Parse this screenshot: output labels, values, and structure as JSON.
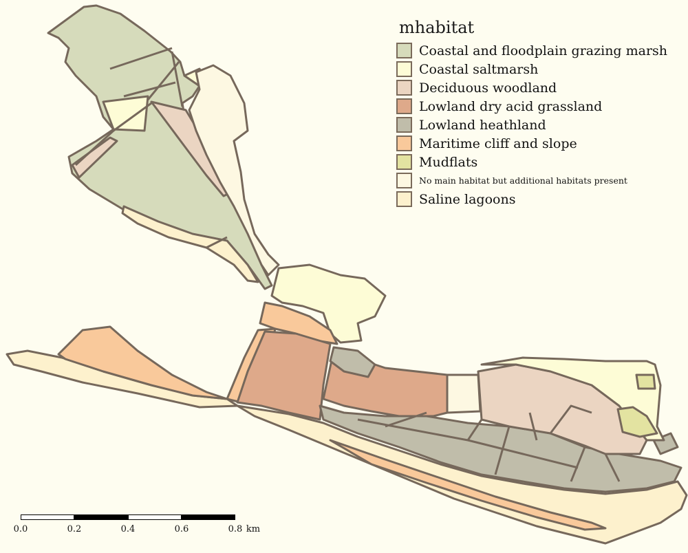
{
  "legend": {
    "title": "mhabitat",
    "items": [
      {
        "label": "Coastal and floodplain grazing marsh",
        "color": "#d6dbbb"
      },
      {
        "label": "Coastal saltmarsh",
        "color": "#fdfcd6"
      },
      {
        "label": "Deciduous woodland",
        "color": "#ebd5c2"
      },
      {
        "label": "Lowland dry acid grassland",
        "color": "#dea98a"
      },
      {
        "label": "Lowland heathland",
        "color": "#c0bdaa"
      },
      {
        "label": "Maritime cliff and slope",
        "color": "#f9c99b"
      },
      {
        "label": "Mudflats",
        "color": "#e3e3a1"
      },
      {
        "label": "No main habitat but additional habitats present",
        "color": "#fdf8e2"
      },
      {
        "label": "Saline lagoons",
        "color": "#fdf1cd"
      }
    ]
  },
  "scalebar": {
    "ticks": [
      "0.0",
      "0.2",
      "0.4",
      "0.6",
      "0.8"
    ],
    "unit": "km"
  }
}
